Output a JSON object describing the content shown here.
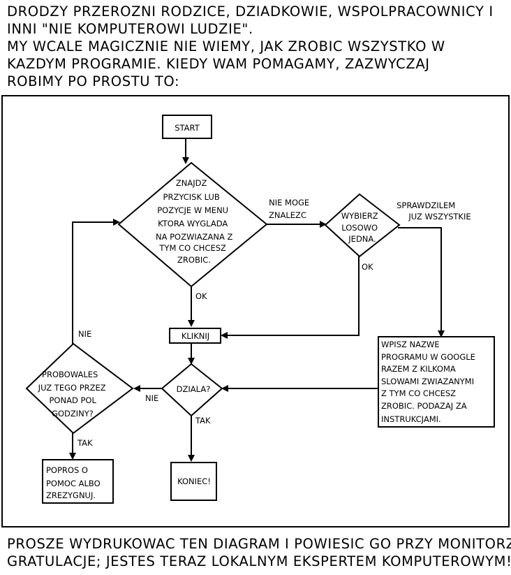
{
  "top_caption": [
    "DRODZY PRZEROZNI RODZICE, DZIADKOWIE, WSPOLPRACOWNICY I",
    "INNI \"NIE KOMPUTEROWI LUDZIE\".",
    "MY WCALE MAGICZNIE NIE WIEMY, JAK ZROBIC WSZYSTKO W",
    "KAZDYM PROGRAMIE. KIEDY WAM POMAGAMY, ZAZWYCZAJ",
    "ROBIMY PO PROSTU TO:"
  ],
  "bottom_caption": [
    "PROSZE WYDRUKOWAC TEN DIAGRAM I POWIESIC GO PRZY MONITORZE.",
    "GRATULACJE; JESTES TERAZ LOKALNYM EKSPERTEM KOMPUTEROWYM!"
  ],
  "nodes": {
    "start": "START",
    "find": [
      "ZNAJDZ",
      "PRZYCISK LUB",
      "POZYCJE W MENU",
      "KTORA WYGLADA",
      "NA POZWIAZANA Z",
      "TYM CO CHCESZ",
      "ZROBIC."
    ],
    "random": [
      "WYBIERZ",
      "LOSOWO",
      "JEDNA."
    ],
    "click": "KLIKNIJ",
    "works": "DZIALA?",
    "tried": [
      "PROBOWALES",
      "JUZ TEGO PRZEZ",
      "PONAD POL",
      "GODZINY?"
    ],
    "google": [
      "WPISZ NAZWE",
      "PROGRAMU W GOOGLE",
      "RAZEM Z KILKOMA",
      "SLOWAMI ZWIAZANYMI",
      "Z TYM CO CHCESZ",
      "ZROBIC. PODAZAJ ZA",
      "INSTRUKCJAMI."
    ],
    "askhelp": [
      "POPROS O",
      "POMOC ALBO",
      "ZREZYGNUJ."
    ],
    "done": "KONIEC!"
  },
  "edge_labels": {
    "cant_find": [
      "NIE MOGE",
      "ZNALEZC"
    ],
    "checked_all": [
      "SPRAWDZILEM",
      "JUZ WSZYSTKIE"
    ],
    "find_ok": "OK",
    "random_ok": "OK",
    "no_works": "NIE",
    "yes_works": "TAK",
    "no_tried": "NIE",
    "yes_tried": "TAK"
  }
}
